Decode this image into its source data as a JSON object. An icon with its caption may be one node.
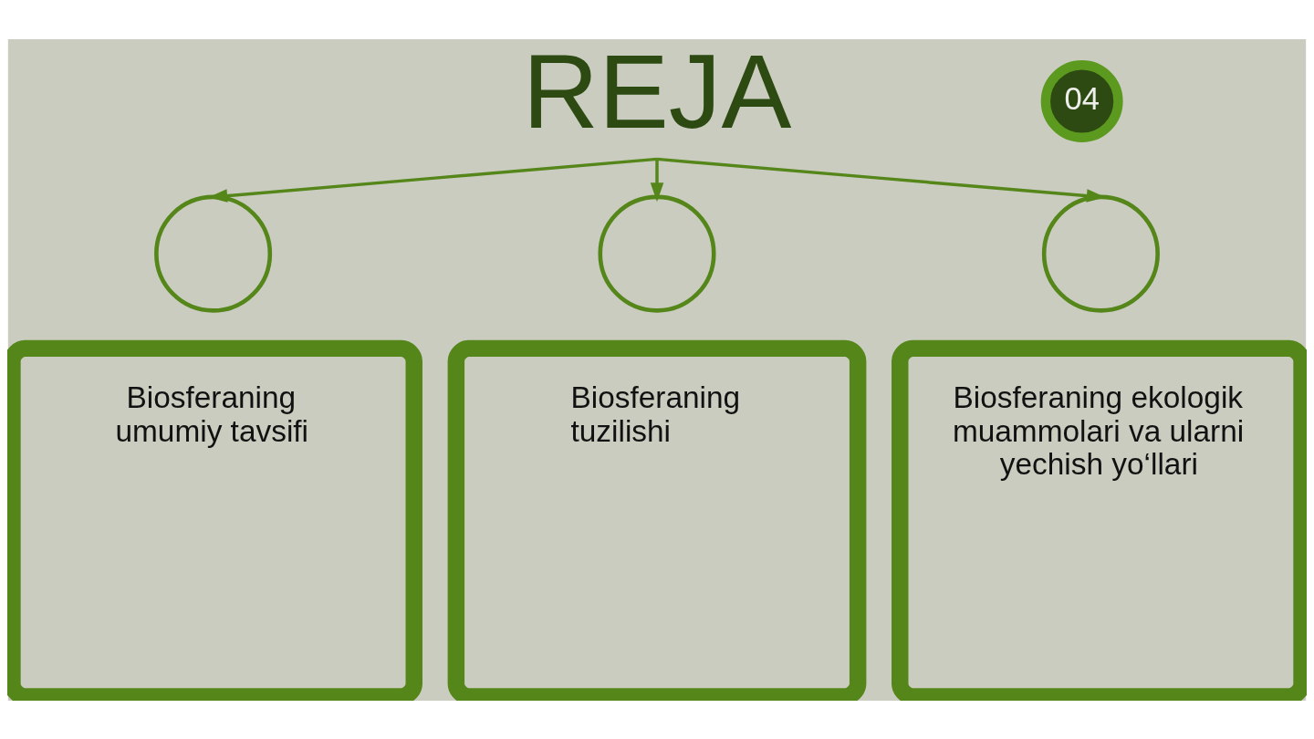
{
  "diagram": {
    "nodes": [
      {
        "text": [
          "04"
        ]
      },
      {
        "text": [
          "REJA"
        ]
      },
      {
        "text": [],
        "shape": "circle"
      },
      {
        "text": [
          "Biosferaning umumiy tavsifi"
        ]
      },
      {
        "text": [],
        "shape": "circle"
      },
      {
        "text": [
          "Biosferaning tuzilishi"
        ]
      },
      {
        "text": [],
        "shape": "circle"
      },
      {
        "text": [
          "Biosferaning ekologik muammolari va ularni yechish yo‘llari"
        ]
      }
    ],
    "edges": [
      {
        "from": 1,
        "to": 2,
        "arrow": "to"
      },
      {
        "from": 1,
        "to": 4,
        "arrow": "to"
      },
      {
        "from": 1,
        "to": 6,
        "arrow": "to"
      }
    ]
  }
}
